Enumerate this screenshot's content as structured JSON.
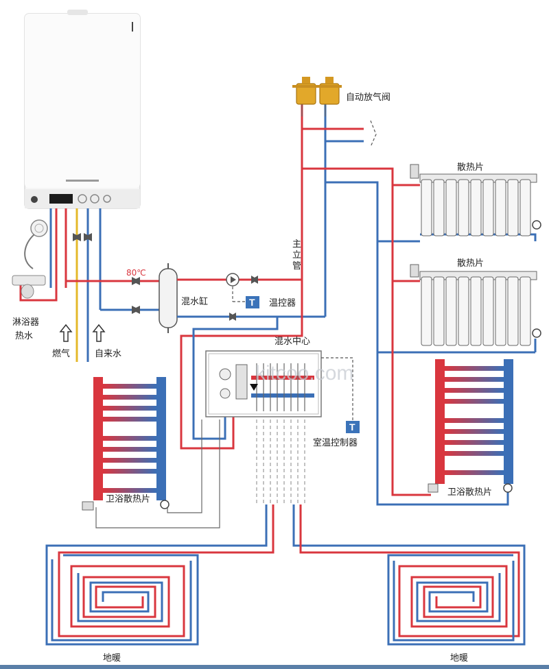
{
  "labels": {
    "air_vent": "自动放气阀",
    "radiator_top": "散热片",
    "radiator_mid": "散热片",
    "main_riser": "主立管",
    "temp_80": "80℃",
    "mixing_tank": "混水缸",
    "thermostat": "温控器",
    "mixing_center": "混水中心",
    "shower": "淋浴器",
    "hot_water": "热水",
    "gas": "燃气",
    "tap_water": "自来水",
    "room_controller": "室温控制器",
    "towel_left": "卫浴散热片",
    "towel_right": "卫浴散热片",
    "floor_left": "地暖",
    "floor_right": "地暖",
    "watermark": "kitcoo.com",
    "t_mark_1": "T",
    "t_mark_2": "T"
  },
  "colors": {
    "supply_pipe": "#d9363e",
    "return_pipe": "#3b6fb6",
    "boiler_body": "#f4f4f4",
    "vent_brass": "#e2a82a",
    "t_box": "#3b73b9"
  },
  "icons": [
    "boiler",
    "air-vent",
    "radiator",
    "towel-radiator",
    "shower-head",
    "valve",
    "pump",
    "mixing-tank",
    "manifold",
    "floor-heating-coil",
    "arrow-up"
  ]
}
